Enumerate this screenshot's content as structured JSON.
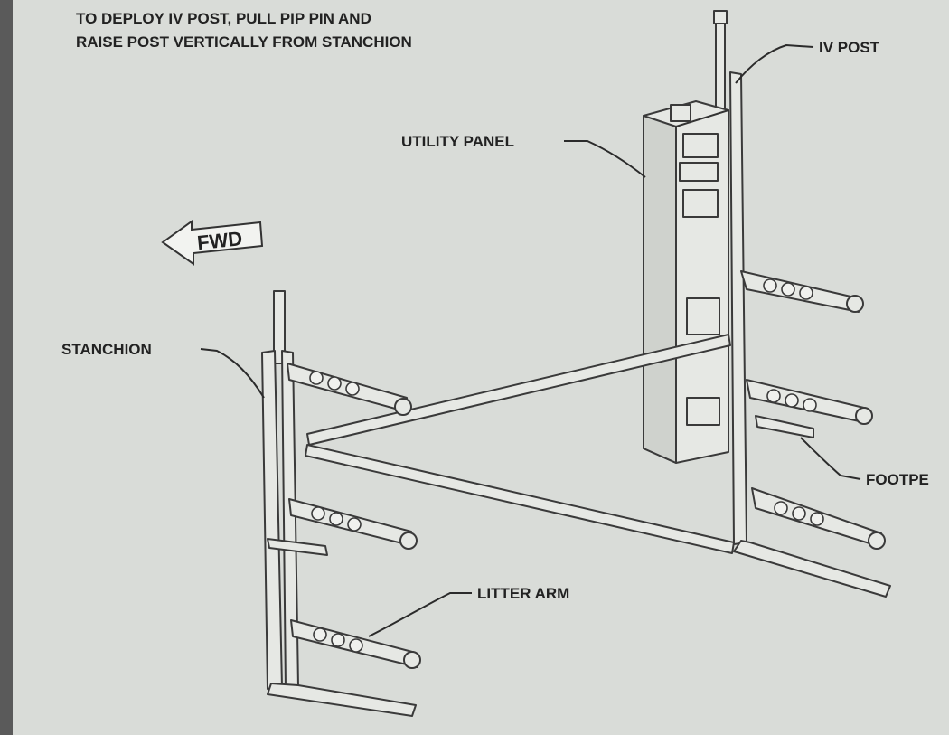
{
  "instruction": {
    "line1": "TO DEPLOY IV POST, PULL PIP PIN AND",
    "line2": "RAISE POST VERTICALLY FROM STANCHION"
  },
  "direction_arrow": {
    "label": "FWD",
    "icon": "left-arrow-icon"
  },
  "callouts": {
    "iv_post": "IV POST",
    "utility_panel": "UTILITY PANEL",
    "stanchion": "STANCHION",
    "footpeg": "FOOTPE",
    "litter_arm": "LITTER ARM"
  },
  "colors": {
    "background": "#d9dcd8",
    "ink": "#222222",
    "frame_dark": "#5a5a5a"
  }
}
